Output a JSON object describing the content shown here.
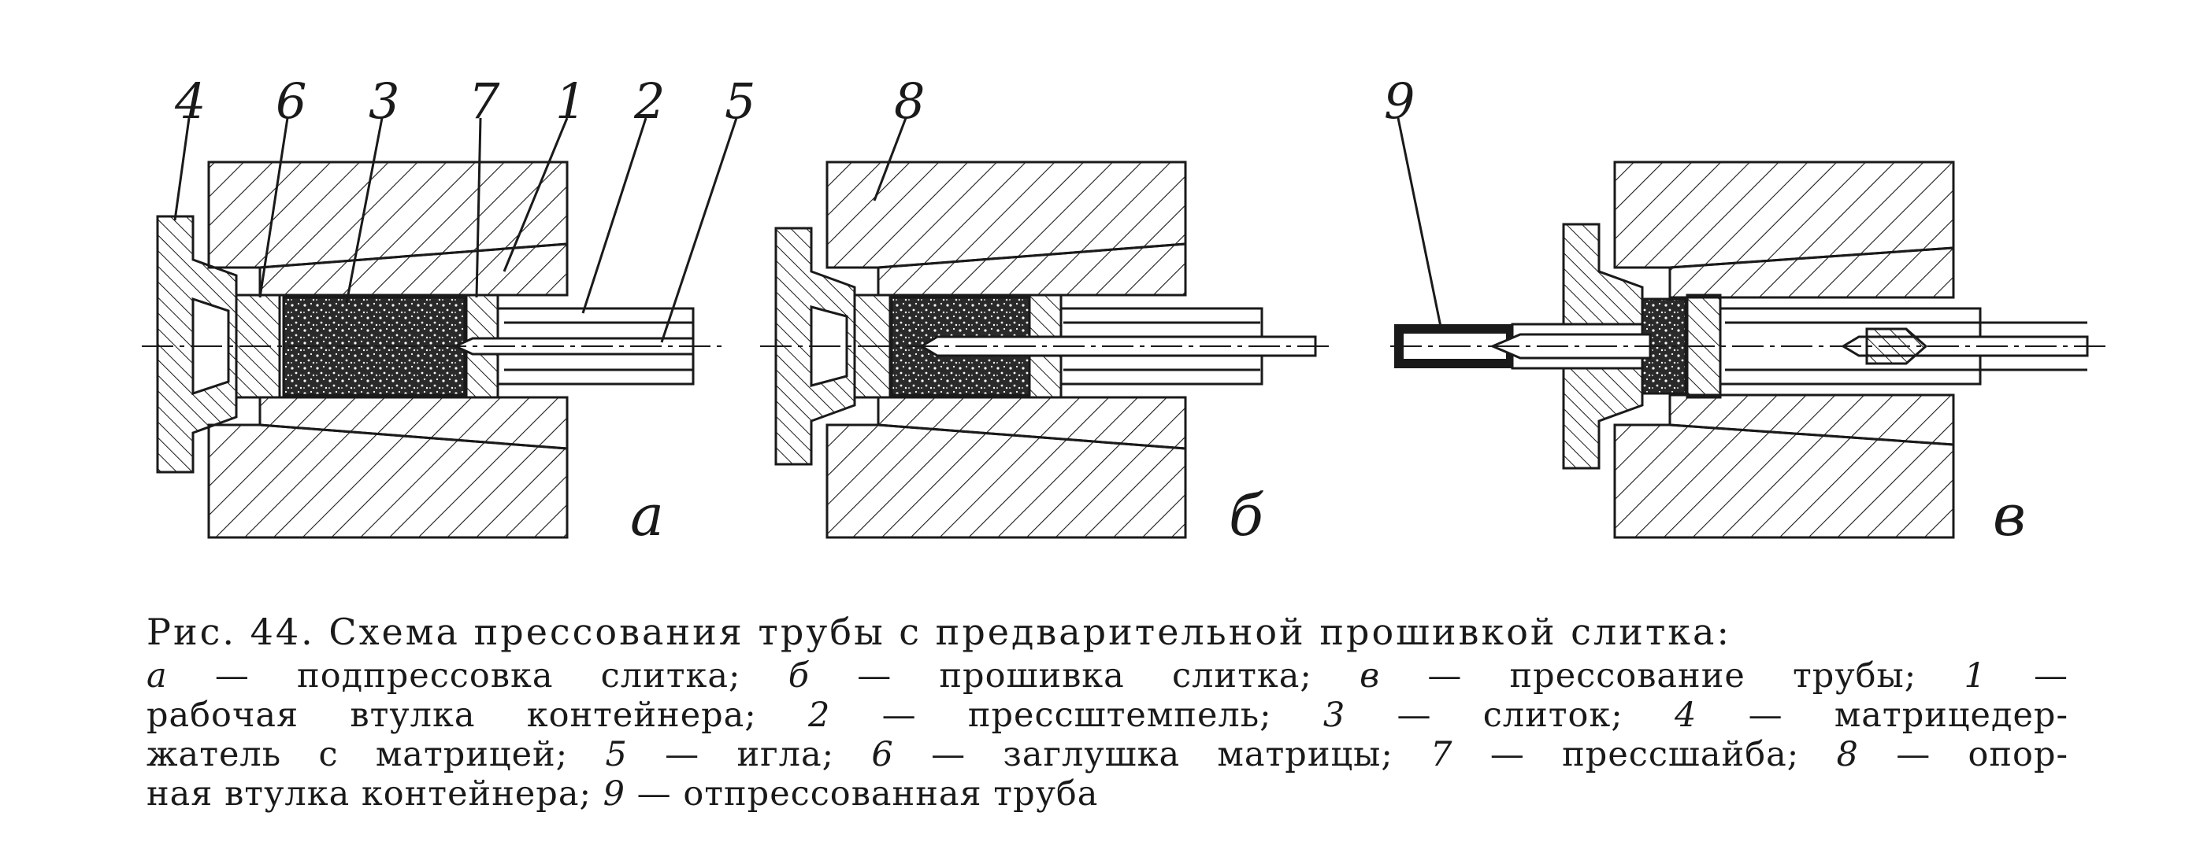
{
  "labels": {
    "n1": "1",
    "n2": "2",
    "n3": "3",
    "n4": "4",
    "n5": "5",
    "n6": "6",
    "n7": "7",
    "n8": "8",
    "n9": "9"
  },
  "panels": {
    "a": "а",
    "b": "б",
    "v": "в"
  },
  "caption": {
    "title": "Рис. 44. Схема прессования трубы с предварительной прошивкой слитка:",
    "lines": [
      [
        [
          "i",
          "а"
        ],
        [
          "t",
          " — подпрессовка слитка; "
        ],
        [
          "i",
          "б"
        ],
        [
          "t",
          " — прошивка слитка; "
        ],
        [
          "i",
          "в"
        ],
        [
          "t",
          " — прессование трубы; "
        ],
        [
          "i",
          "1"
        ],
        [
          "t",
          " —"
        ]
      ],
      [
        [
          "t",
          "рабочая втулка контейнера; "
        ],
        [
          "i",
          "2"
        ],
        [
          "t",
          " — прессштемпель; "
        ],
        [
          "i",
          "3"
        ],
        [
          "t",
          " — слиток; "
        ],
        [
          "i",
          "4"
        ],
        [
          "t",
          " — матрицедер-"
        ]
      ],
      [
        [
          "t",
          "жатель с матрицей; "
        ],
        [
          "i",
          "5"
        ],
        [
          "t",
          " — игла; "
        ],
        [
          "i",
          "6"
        ],
        [
          "t",
          " — заглушка матрицы; "
        ],
        [
          "i",
          "7"
        ],
        [
          "t",
          " — прессшайба; "
        ],
        [
          "i",
          "8"
        ],
        [
          "t",
          " — опор-"
        ]
      ],
      [
        [
          "t",
          "ная втулка контейнера; "
        ],
        [
          "i",
          "9"
        ],
        [
          "t",
          " — отпрессованная труба"
        ]
      ]
    ]
  },
  "colors": {
    "ink": "#1a1a1a",
    "paper": "#ffffff",
    "billet": "#2a2a2a"
  }
}
